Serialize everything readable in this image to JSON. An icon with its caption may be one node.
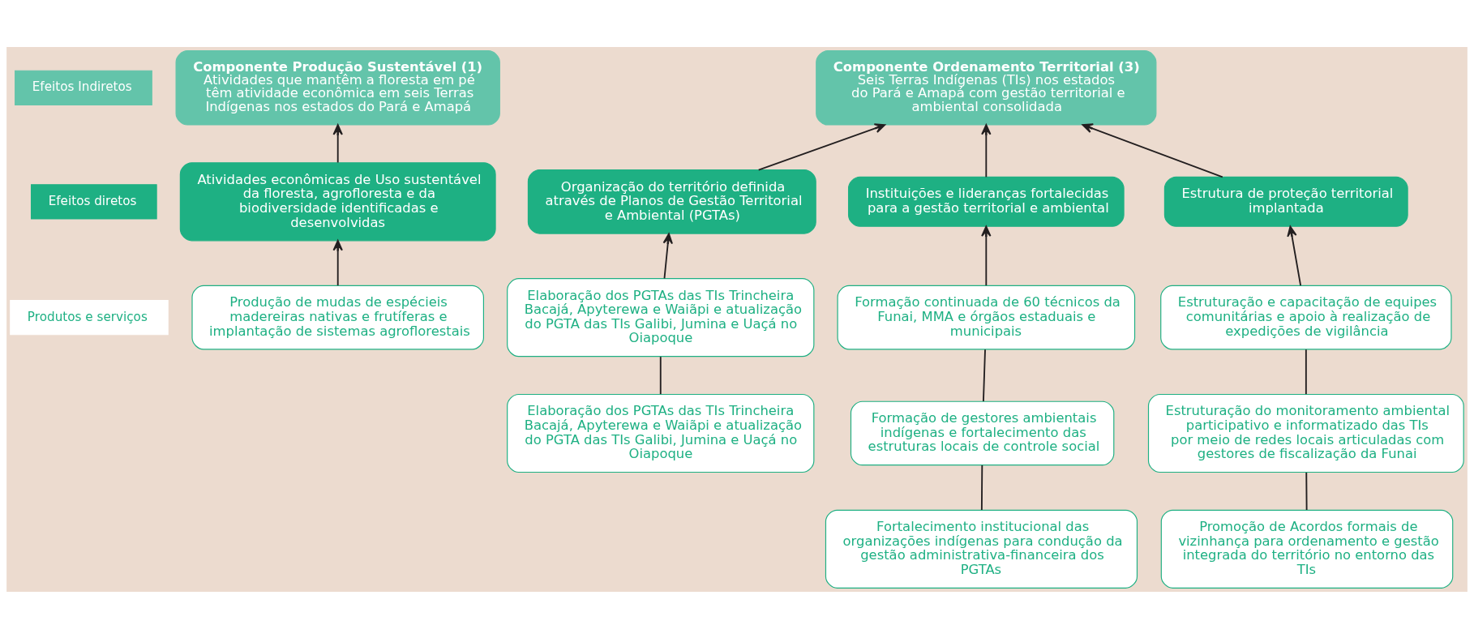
{
  "diagram": {
    "nodes": [
      {
        "text": [
          "Efeitos Indiretos"
        ]
      },
      {
        "text": [
          "Efeitos diretos"
        ]
      },
      {
        "text": [
          "Produtos e serviços"
        ]
      },
      {
        "text": [
          "Componente Produção Sustentável (1)",
          "Atividades que mantêm a floresta em pé têm atividade econômica em seis Terras Indígenas nos estados do Pará e Amapá"
        ]
      },
      {
        "text": [
          "Componente Ordenamento Territorial (3)",
          "Seis Terras Indígenas (TIs) nos estados do Pará e Amapá com gestão territorial e ambiental consolidada"
        ]
      },
      {
        "text": [
          "Atividades econômicas de Uso sustentável da floresta, agrofloresta e da biodiversidade identificadas e desenvolvidas"
        ]
      },
      {
        "text": [
          "Organização do território definida através de Planos de Gestão Territorial e Ambiental (PGTAs)"
        ]
      },
      {
        "text": [
          "Instituições e lideranças fortalecidas para a gestão territorial e ambiental"
        ]
      },
      {
        "text": [
          "Estrutura de proteção territorial implantada"
        ]
      },
      {
        "text": [
          "Produção de mudas de espécieis madereiras nativas e frutíferas e implantação de sistemas agroflorestais"
        ]
      },
      {
        "text": [
          "Elaboração dos PGTAs das TIs Trincheira Bacajá, Apyterewa e Waiãpi e atualização do PGTA das TIs Galibi, Jumina e Uaçá no Oiapoque"
        ]
      },
      {
        "text": [
          "Elaboração dos PGTAs das TIs Trincheira Bacajá, Apyterewa e Waiãpi e atualização do PGTA das TIs Galibi, Jumina e Uaçá no Oiapoque"
        ]
      },
      {
        "text": [
          "Formação continuada de 60 técnicos da Funai, MMA e órgãos estaduais e municipais"
        ]
      },
      {
        "text": [
          "Formação de gestores ambientais indígenas e fortalecimento das estruturas locais de controle social"
        ]
      },
      {
        "text": [
          "Fortalecimento institucional das organizações indígenas para condução da gestão administrativa-financeira dos PGTAs"
        ]
      },
      {
        "text": [
          "Estruturação e capacitação de equipes comunitárias e apoio à realização de expedições de vigilância"
        ]
      },
      {
        "text": [
          "Estruturação do monitoramento ambiental participativo e informatizado das TIs por meio de redes locais articuladas com gestores de fiscalização da Funai"
        ]
      },
      {
        "text": [
          "Promoção de Acordos formais de vizinhança para ordenamento e gestão integrada do território no entorno das TIs"
        ]
      }
    ],
    "edges": [
      {
        "from": 5,
        "to": 3,
        "arrow": "to"
      },
      {
        "from": 9,
        "to": 5,
        "arrow": "to"
      },
      {
        "from": 6,
        "to": 4,
        "arrow": "to"
      },
      {
        "from": 7,
        "to": 4,
        "arrow": "to"
      },
      {
        "from": 8,
        "to": 4,
        "arrow": "to"
      },
      {
        "from": 10,
        "to": 6,
        "arrow": "to"
      },
      {
        "from": 11,
        "to": 10,
        "arrow": "none"
      },
      {
        "from": 12,
        "to": 7,
        "arrow": "to"
      },
      {
        "from": 13,
        "to": 12,
        "arrow": "none"
      },
      {
        "from": 14,
        "to": 13,
        "arrow": "none"
      },
      {
        "from": 15,
        "to": 8,
        "arrow": "to"
      },
      {
        "from": 16,
        "to": 15,
        "arrow": "none"
      },
      {
        "from": 17,
        "to": 16,
        "arrow": "none"
      }
    ]
  }
}
